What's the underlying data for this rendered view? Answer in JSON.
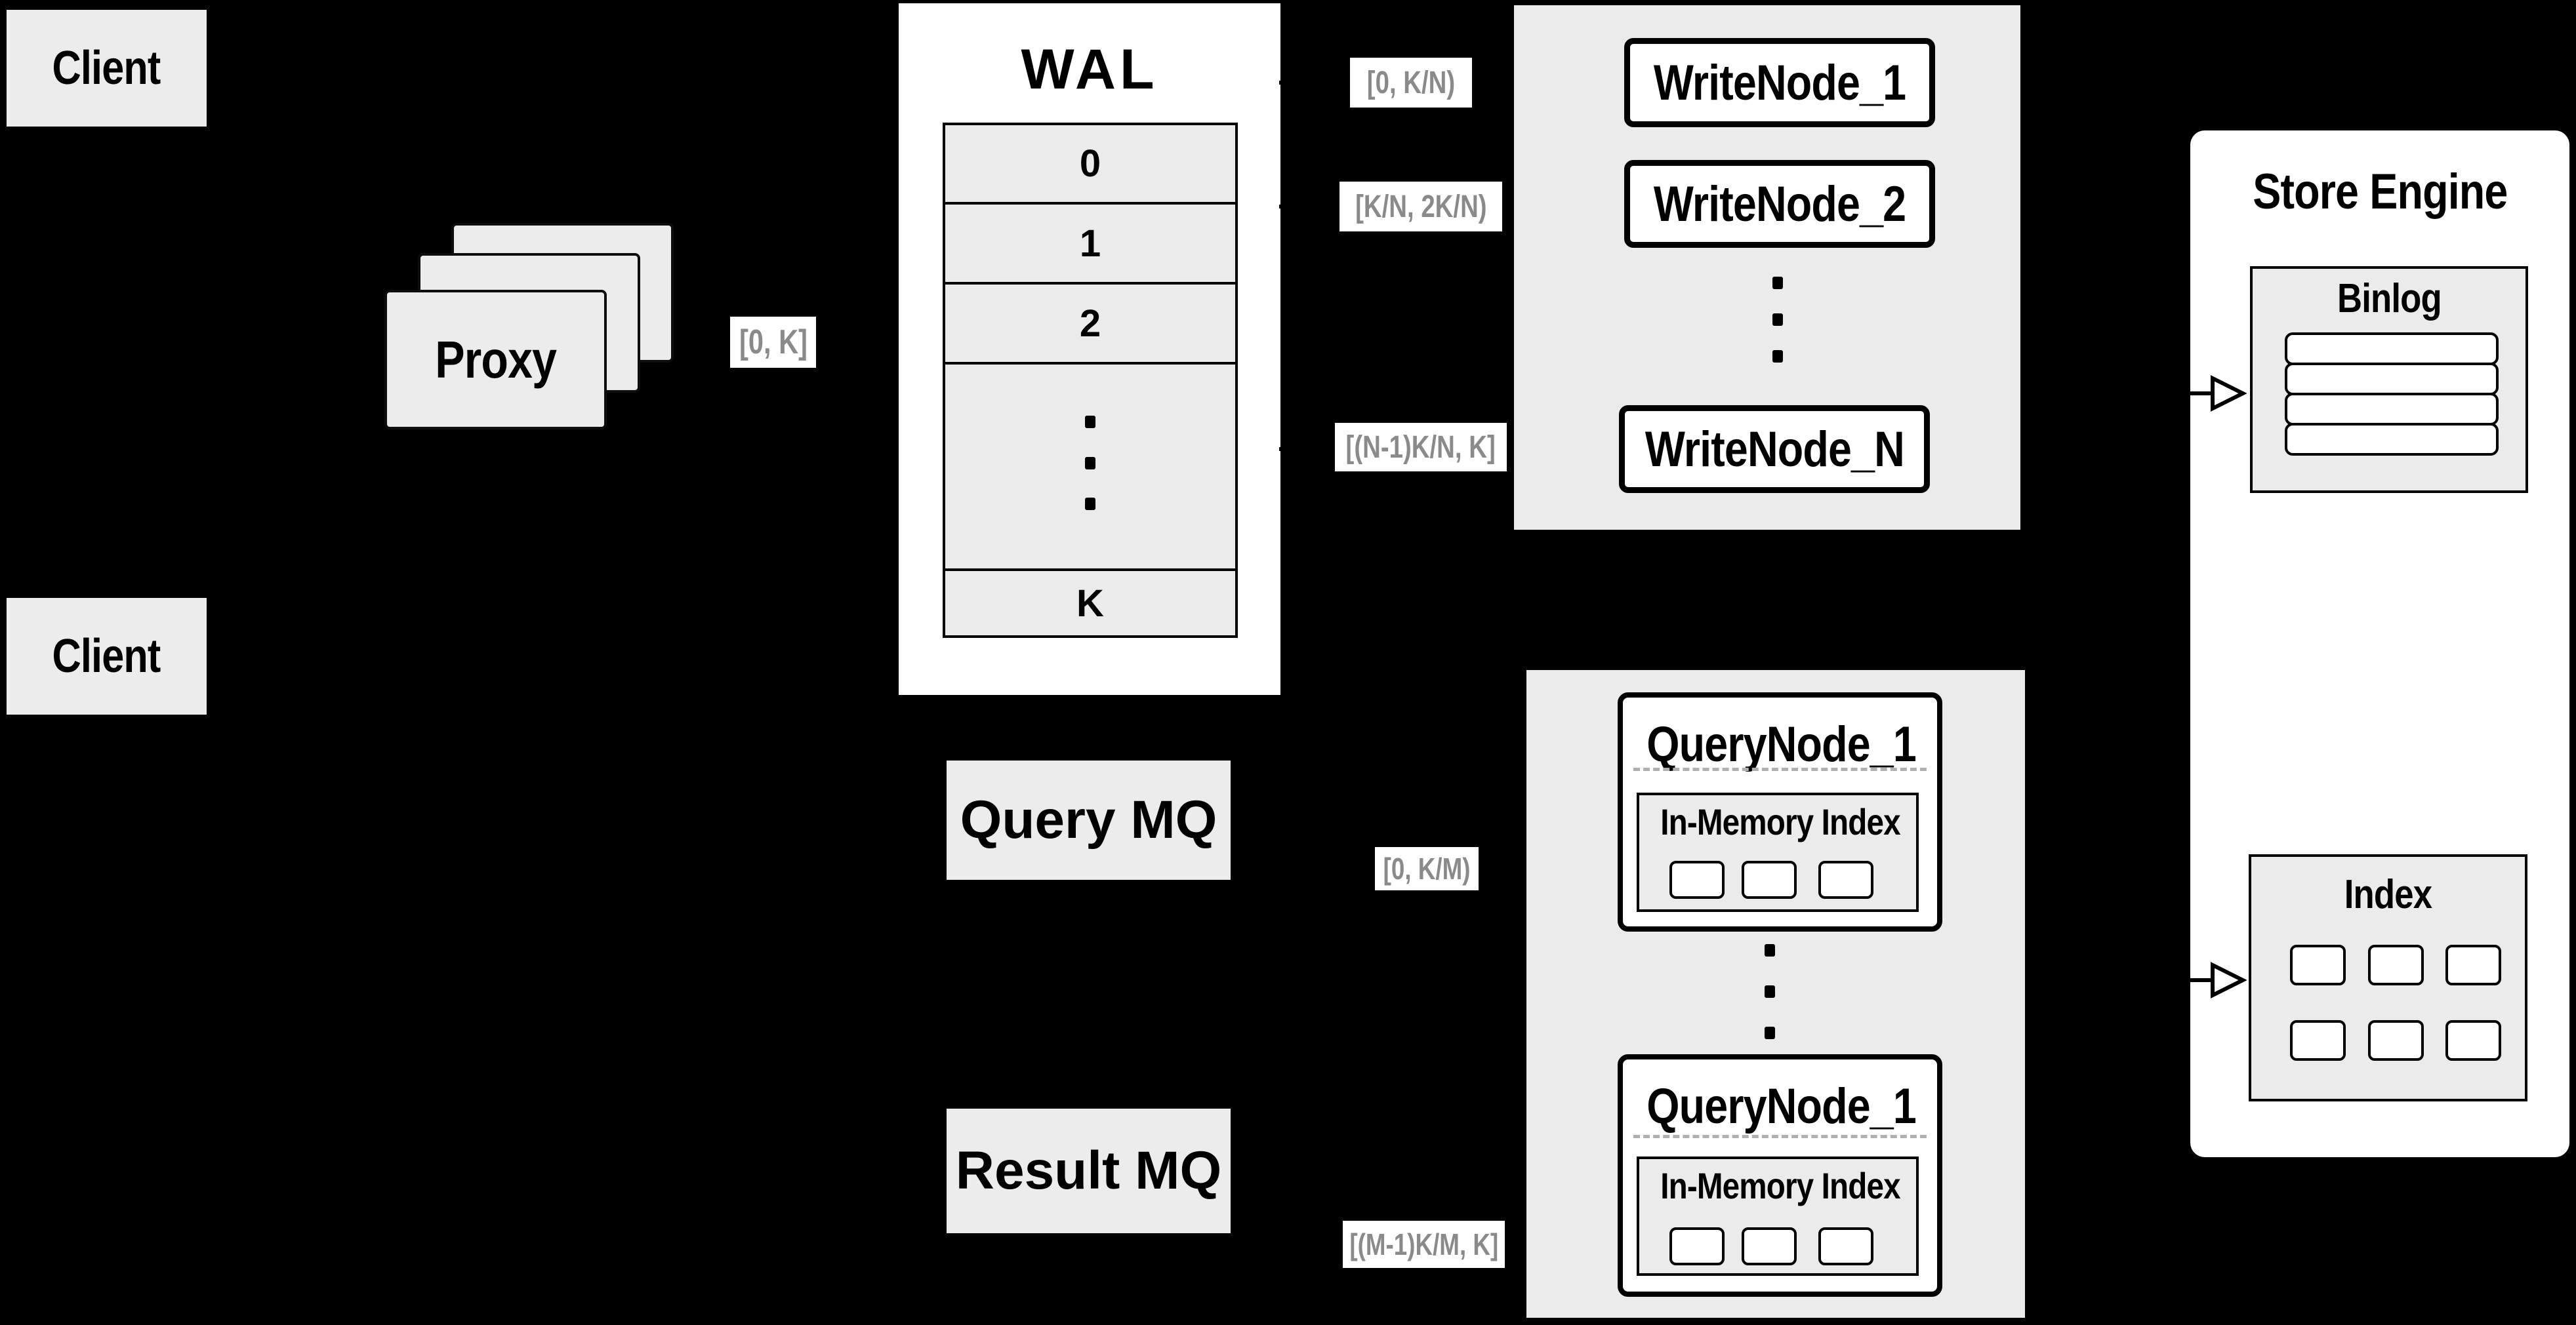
{
  "colors": {
    "background": "#000000",
    "panel_gray": "#ebebeb",
    "box_gray": "#ececec",
    "node_white": "#ffffff",
    "border_black": "#000000",
    "range_label_text": "#8a8a8a",
    "dashed_divider": "#b0b0b0"
  },
  "clients": {
    "top": "Client",
    "bottom": "Client"
  },
  "proxy": {
    "label": "Proxy"
  },
  "wal": {
    "title": "WAL",
    "rows": [
      "0",
      "1",
      "2"
    ],
    "last_row": "K"
  },
  "range_labels": {
    "proxy_out": "[0, K]",
    "write_1": "[0, K/N)",
    "write_2": "[K/N, 2K/N)",
    "write_n": "[(N-1)K/N, K]",
    "query_1": "[0, K/M)",
    "query_m": "[(M-1)K/M, K]"
  },
  "write_nodes": {
    "n1": "WriteNode_1",
    "n2": "WriteNode_2",
    "nn": "WriteNode_N"
  },
  "mq": {
    "query": "Query MQ",
    "result": "Result MQ"
  },
  "query_nodes": {
    "n1": {
      "title": "QueryNode_1",
      "inner": "In-Memory Index"
    },
    "n2": {
      "title": "QueryNode_1",
      "inner": "In-Memory Index"
    }
  },
  "store_engine": {
    "title": "Store Engine",
    "binlog": "Binlog",
    "index": "Index"
  }
}
